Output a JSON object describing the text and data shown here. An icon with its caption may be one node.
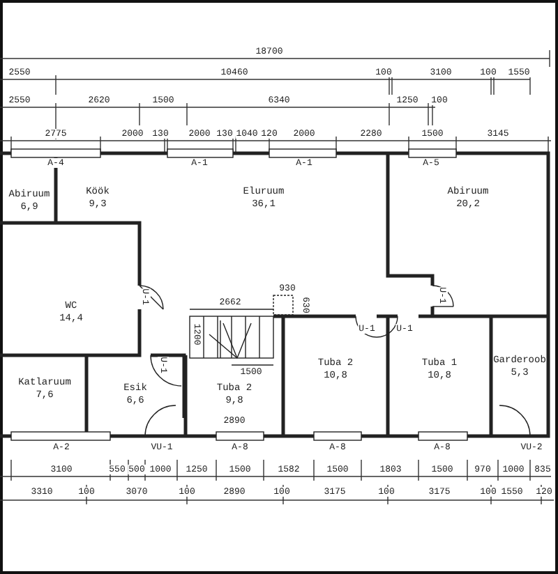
{
  "diagram": {
    "nodes": [
      {
        "text": [
          "Abiruum",
          "6,9"
        ]
      },
      {
        "text": [
          "Köök",
          "9,3"
        ]
      },
      {
        "text": [
          "Eluruum",
          "36,1"
        ]
      },
      {
        "text": [
          "Abiruum",
          "20,2"
        ]
      },
      {
        "text": [
          "WC",
          "14,4"
        ]
      },
      {
        "text": [
          "Katlaruum",
          "7,6"
        ]
      },
      {
        "text": [
          "Esik",
          "6,6"
        ]
      },
      {
        "text": [
          "Tuba 2",
          "9,8"
        ]
      },
      {
        "text": [
          "Tuba 2",
          "10,8"
        ]
      },
      {
        "text": [
          "Tuba 1",
          "10,8"
        ]
      },
      {
        "text": [
          "Garderoob",
          "5,3"
        ]
      }
    ],
    "labels": [
      "18700",
      "2550",
      "10460",
      "100",
      "3100",
      "100",
      "1550",
      "2550",
      "2620",
      "1500",
      "6340",
      "1250",
      "100",
      "2775",
      "2000",
      "130",
      "2000",
      "130",
      "1040",
      "120",
      "2000",
      "2280",
      "1500",
      "3145",
      "A-4",
      "A-1",
      "A-1",
      "A-5",
      "U-1",
      "2662",
      "930",
      "630",
      "1200",
      "1500",
      "U-1",
      "U-1",
      "U-1",
      "U-1",
      "2890",
      "A-2",
      "VU-1",
      "A-8",
      "A-8",
      "A-8",
      "VU-2",
      "3100",
      "550",
      "500",
      "1000",
      "1250",
      "1500",
      "1582",
      "1500",
      "1803",
      "1500",
      "970",
      "1000",
      "835",
      "3310",
      "100",
      "3070",
      "100",
      "2890",
      "100",
      "3175",
      "100",
      "3175",
      "100",
      "1550",
      "120"
    ]
  }
}
